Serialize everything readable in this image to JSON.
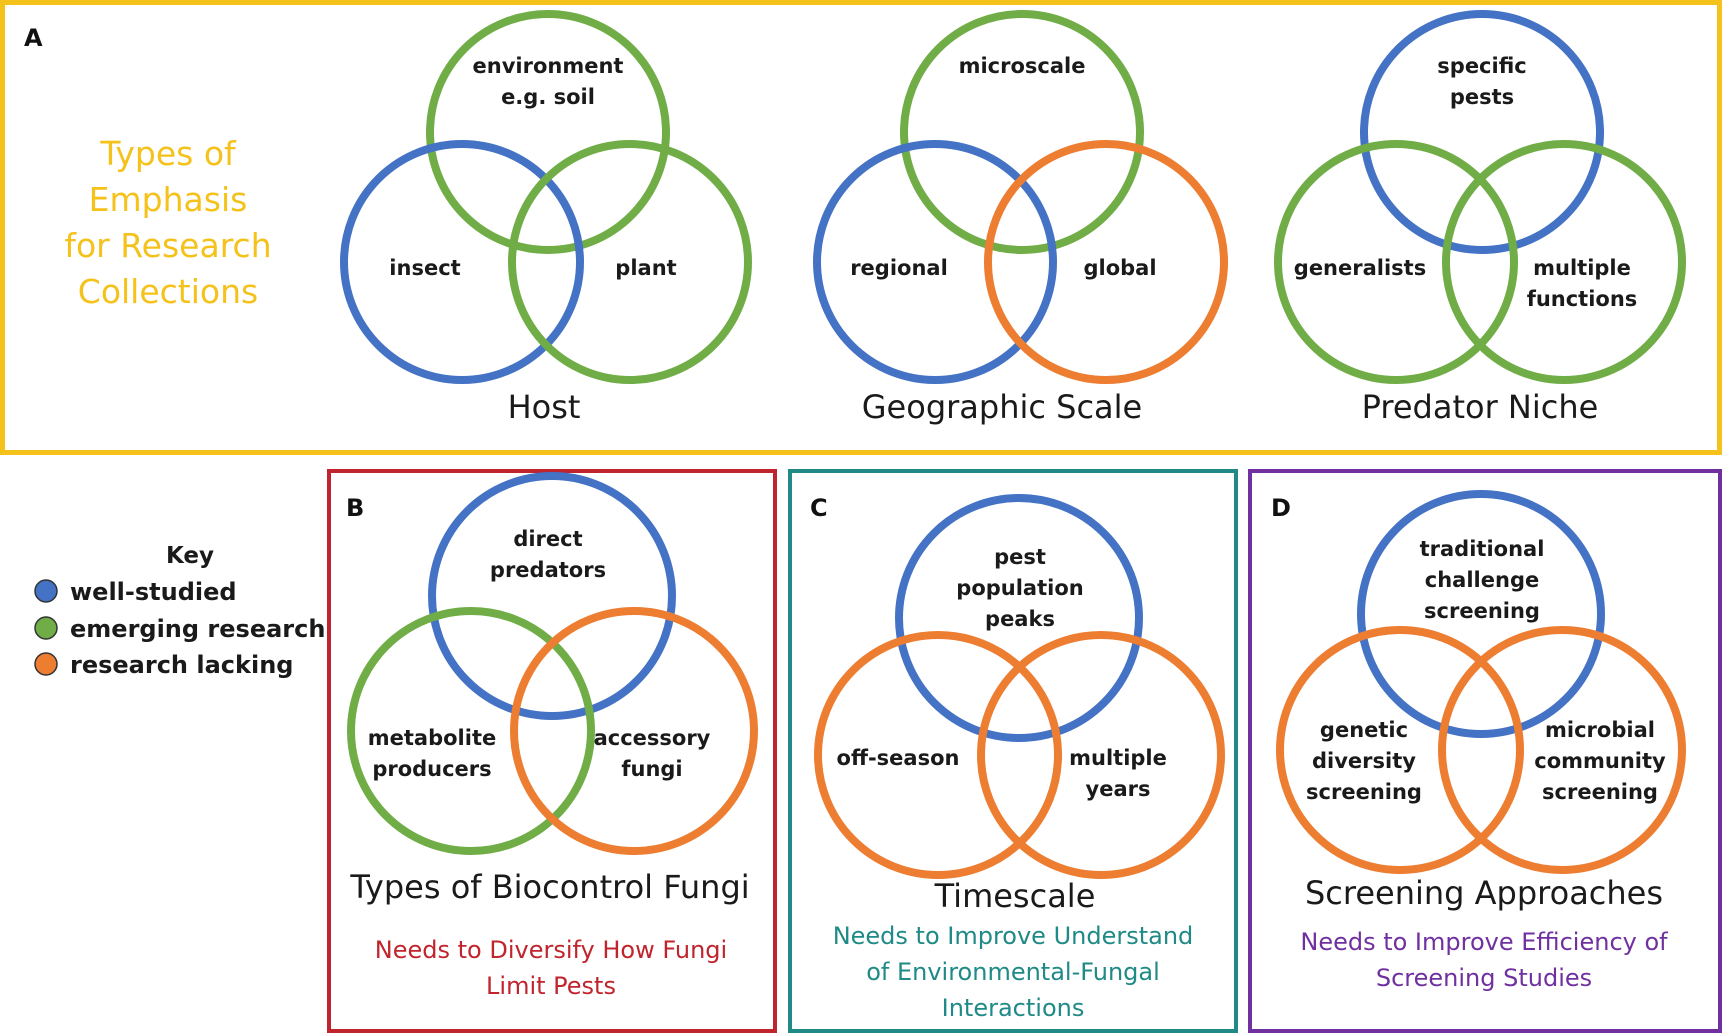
{
  "colors": {
    "well_studied": "#4472c4",
    "emerging": "#70ad47",
    "lacking": "#ed7d31",
    "panel_a_border": "#f5c21b",
    "panel_b_border": "#c0242c",
    "panel_c_border": "#1f8a86",
    "panel_d_border": "#7030a0"
  },
  "panel_a": {
    "letter": "A",
    "emphasis": [
      "Types of",
      "Emphasis",
      "for Research",
      "Collections"
    ],
    "host": {
      "title": "Host",
      "labels": {
        "top": [
          "environment",
          "e.g. soil"
        ],
        "left": [
          "insect"
        ],
        "right": [
          "plant"
        ]
      },
      "status": {
        "top": "emerging",
        "left": "well_studied",
        "right": "emerging"
      }
    },
    "geo": {
      "title": "Geographic Scale",
      "labels": {
        "top": [
          "microscale"
        ],
        "left": [
          "regional"
        ],
        "right": [
          "global"
        ]
      },
      "status": {
        "top": "emerging",
        "left": "well_studied",
        "right": "lacking"
      }
    },
    "predator": {
      "title": "Predator Niche",
      "labels": {
        "top": [
          "specific",
          "pests"
        ],
        "left": [
          "generalists"
        ],
        "right": [
          "multiple",
          "functions"
        ]
      },
      "status": {
        "top": "well_studied",
        "left": "emerging",
        "right": "emerging"
      }
    }
  },
  "key": {
    "heading": "Key",
    "items": [
      {
        "label": "well-studied",
        "status": "well_studied"
      },
      {
        "label": "emerging research",
        "status": "emerging"
      },
      {
        "label": "research lacking",
        "status": "lacking"
      }
    ]
  },
  "panel_b": {
    "letter": "B",
    "title": "Types of Biocontrol Fungi",
    "need": [
      "Needs to Diversify How Fungi",
      "Limit Pests"
    ],
    "labels": {
      "top": [
        "direct",
        "predators"
      ],
      "left": [
        "metabolite",
        "producers"
      ],
      "right": [
        "accessory",
        "fungi"
      ]
    },
    "status": {
      "top": "well_studied",
      "left": "emerging",
      "right": "lacking"
    }
  },
  "panel_c": {
    "letter": "C",
    "title": "Timescale",
    "need": [
      "Needs to Improve Understand",
      "of Environmental-Fungal",
      "Interactions"
    ],
    "labels": {
      "top": [
        "pest",
        "population",
        "peaks"
      ],
      "left": [
        "off-season"
      ],
      "right": [
        "multiple",
        "years"
      ]
    },
    "status": {
      "top": "well_studied",
      "left": "lacking",
      "right": "lacking"
    }
  },
  "panel_d": {
    "letter": "D",
    "title": "Screening Approaches",
    "need": [
      "Needs to Improve Efficiency of",
      "Screening Studies"
    ],
    "labels": {
      "top": [
        "traditional",
        "challenge",
        "screening"
      ],
      "left": [
        "genetic",
        "diversity",
        "screening"
      ],
      "right": [
        "microbial",
        "community",
        "screening"
      ]
    },
    "status": {
      "top": "well_studied",
      "left": "lacking",
      "right": "lacking"
    }
  }
}
